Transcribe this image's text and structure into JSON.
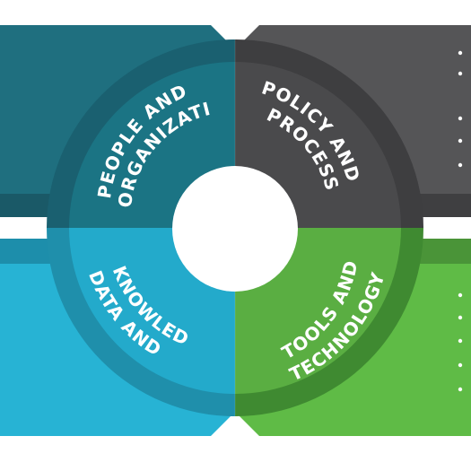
{
  "diagram": {
    "center_color": "#ffffff",
    "quadrants": [
      {
        "id": "people",
        "lines": [
          "PEOPLE AND",
          "ORGANIZATION"
        ],
        "outer_color": "#1f6f7f",
        "band_color": "#1a6070",
        "inner_color": "#1b7484"
      },
      {
        "id": "policy",
        "lines": [
          "POLICY AND",
          "PROCESS"
        ],
        "outer_color": "#555557",
        "band_color": "#3e3e40",
        "inner_color": "#4a4a4c"
      },
      {
        "id": "data",
        "lines": [
          "DATA AND",
          "KNOWLEDGE"
        ],
        "outer_color": "#27b3d4",
        "band_color": "#1f8fab",
        "inner_color": "#23aacb"
      },
      {
        "id": "tools",
        "lines": [
          "TOOLS AND",
          "TECHNOLOGY"
        ],
        "outer_color": "#5fbb46",
        "band_color": "#3f8a31",
        "inner_color": "#5aae42"
      }
    ]
  }
}
